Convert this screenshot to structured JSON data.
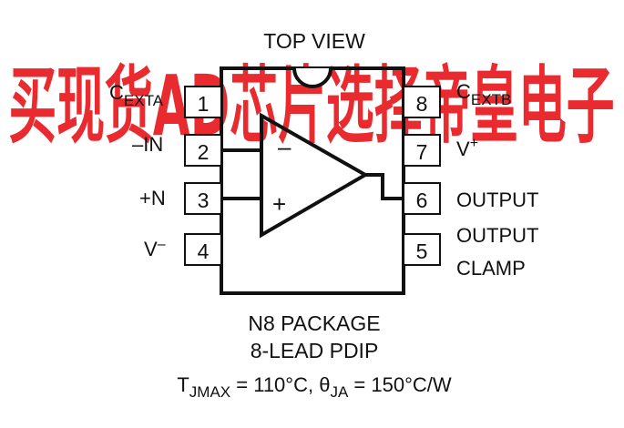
{
  "watermark": {
    "text": "买现货AD芯片选择帝皇电子",
    "color": "#e8191e"
  },
  "header": {
    "title": "TOP VIEW"
  },
  "pins": {
    "left": [
      {
        "number": "1",
        "label_main": "C",
        "label_sub": "EXTA",
        "label_sup": ""
      },
      {
        "number": "2",
        "label_main": "–IN",
        "label_sub": "",
        "label_sup": ""
      },
      {
        "number": "3",
        "label_main": "+N",
        "label_sub": "",
        "label_sup": ""
      },
      {
        "number": "4",
        "label_main": "V",
        "label_sub": "",
        "label_sup": "–"
      }
    ],
    "right": [
      {
        "number": "8",
        "label_main": "C",
        "label_sub": "EXTB",
        "label_sup": "",
        "label_line2": ""
      },
      {
        "number": "7",
        "label_main": "V",
        "label_sub": "",
        "label_sup": "+",
        "label_line2": ""
      },
      {
        "number": "6",
        "label_main": "OUTPUT",
        "label_sub": "",
        "label_sup": "",
        "label_line2": ""
      },
      {
        "number": "5",
        "label_main": "OUTPUT",
        "label_sub": "",
        "label_sup": "",
        "label_line2": "CLAMP"
      }
    ]
  },
  "amplifier": {
    "minus_symbol": "–",
    "plus_symbol": "+"
  },
  "footer": {
    "package_line1": "N8 PACKAGE",
    "package_line2": "8-LEAD PDIP",
    "thermal_t": "T",
    "thermal_t_sub": "JMAX",
    "thermal_t_value": " = 110°C, ",
    "thermal_theta": "θ",
    "thermal_theta_sub": "JA",
    "thermal_theta_value": " = 150°C/W"
  },
  "colors": {
    "ink": "#111111",
    "watermark": "#e8191e"
  }
}
